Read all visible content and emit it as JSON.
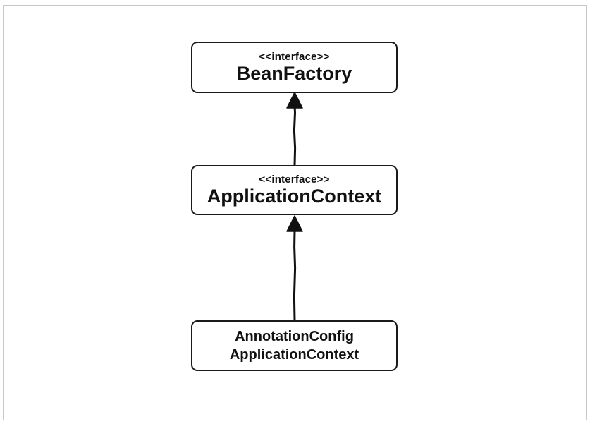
{
  "diagram": {
    "nodes": [
      {
        "id": "bean_factory",
        "stereotype": "<<interface>>",
        "name": "BeanFactory"
      },
      {
        "id": "application_context",
        "stereotype": "<<interface>>",
        "name": "ApplicationContext"
      },
      {
        "id": "annotation_config_application_context",
        "name_lines": [
          "AnnotationConfig",
          "ApplicationContext"
        ]
      }
    ],
    "edges": [
      {
        "from": "application_context",
        "to": "bean_factory",
        "kind": "inheritance"
      },
      {
        "from": "annotation_config_application_context",
        "to": "application_context",
        "kind": "inheritance"
      }
    ]
  }
}
